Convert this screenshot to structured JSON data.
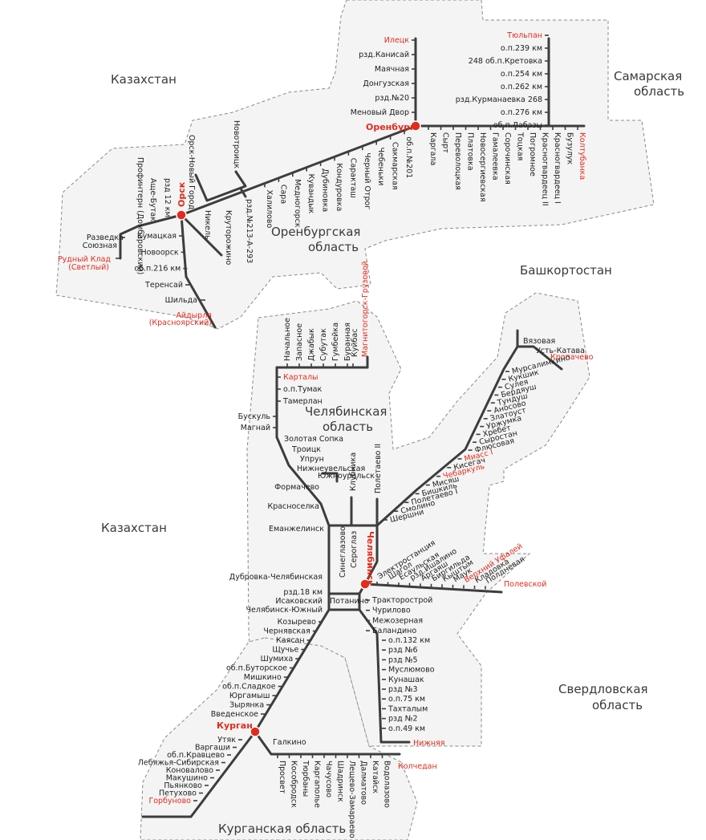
{
  "colors": {
    "track": "#3d3d3d",
    "highlight": "#e32b1c",
    "region_fill": "#f4f4f4",
    "region_border": "#8a8a8a"
  },
  "regions": {
    "kazakhstan_top": "Казахстан",
    "samara_line1": "Самарская",
    "samara_line2": "область",
    "orenburg_line1": "Оренбургская",
    "orenburg_line2": "область",
    "bashkortostan": "Башкортостан",
    "chelyabinsk_line1": "Челябинская",
    "chelyabinsk_line2": "область",
    "kazakhstan_middle": "Казахстан",
    "sverdlovsk_line1": "Свердловская",
    "sverdlovsk_line2": "область",
    "kurgan": "Курганская область"
  },
  "hubs": {
    "orenburg": "Оренбург",
    "orsk": "Орск",
    "chelyabinsk": "Челябинск",
    "kurgan": "Курган"
  },
  "lines": {
    "iletsk": [
      "Илецк",
      "рзд.Канисай",
      "Маячная",
      "Донгузская",
      "рзд.№20",
      "Меновый Двор"
    ],
    "tyulpan": [
      "Тюльпан",
      "о.п.239 км",
      "248 об.п.Кретовка",
      "о.п.254 км",
      "о.п.262 км",
      "рзд.Курманаевка 268",
      "о.п.276 км",
      "об.п.Лабазы"
    ],
    "orenburg_east": [
      "Каргала",
      "Сырт",
      "Переволоцкая",
      "Платовка",
      "Новосергиевская",
      "Гамалеевка",
      "Сорочинская",
      "Тоцкая",
      "Погромное",
      "Красногвардеец II",
      "Красногвардеец I",
      "Бузулук",
      "Колтубанка"
    ],
    "orenburg_orsk": [
      "об.п.№201",
      "Сакмарская",
      "Чебеньки",
      "Черный Отрог",
      "Саракташ",
      "Кондуровка",
      "Дубиновка",
      "Кувандык",
      "Медногорск",
      "Сара",
      "Халилово"
    ],
    "orsk_hub": [
      "рзд 12 км",
      "Орск-Новый Город",
      "Новотроицк",
      "Никель",
      "Круторожино",
      "рзд.№213-А-293"
    ],
    "orsk_west": [
      "Профинтерн (Домбаровский)",
      "Аще-Бутак",
      "Разведка",
      "Союзная",
      "Рудный Клад",
      "(Светлый)"
    ],
    "orsk_south": [
      "Кумацкая",
      "Новоорск",
      "об.п.216 км",
      "Теренсай",
      "Шильда",
      "Айдырля",
      "(Красноярский)"
    ],
    "kartaly_top": [
      "Начальное",
      "Запасное",
      "Джабык",
      "Субутак",
      "Гумбейка",
      "Буранная",
      "Магнитогорск-Грузовой",
      "Куйбас"
    ],
    "kartaly_troitsk": [
      "Карталы",
      "о.п.Тумак",
      "Тамерлан",
      "Бускуль",
      "Магнай",
      "Золотая Сопка",
      "Троицк",
      "Упрун",
      "Нижнеувельская",
      "Южноуральск",
      "Формачево",
      "Красноселка",
      "Еманжелинск"
    ],
    "ufa_line": [
      "Вязовая",
      "Усть-Катава",
      "Кропачево",
      "Мурсалимкино",
      "Кукшик",
      "Сулея",
      "Бердяуш",
      "Тундуш",
      "Аносово",
      "Златоуст",
      "Уржумка",
      "Хребет",
      "Сыростан",
      "Флюсовая",
      "Миасс I",
      "Кисегач",
      "Чебаркуль",
      "Мисяш",
      "Бишкиль",
      "Полетаево I",
      "Смолино",
      "Шершни"
    ],
    "chelyabinsk_north": [
      "Клубника",
      "Полетаево II",
      "Синеглазово",
      "Сероглаз"
    ],
    "ufaley_line": [
      "Электростанция",
      "Шагол",
      "Есаульская",
      "рзд.Ишалино",
      "Аргаяш",
      "Биргильда",
      "Кыштым",
      "Маук",
      "Верхний Уфалей",
      "Кладовка",
      "Полдневая",
      "Полевской"
    ],
    "chelyabinsk_south": [
      "Дубровка-Челябинская",
      "рзд.18 км",
      "Исаковский",
      "Челябинск-Южный",
      "Потанино",
      "Тракторострой",
      "Чурилово",
      "Межозерная",
      "Баландино",
      "о.п.132 км",
      "рзд №6",
      "рзд №5",
      "Муслюмово",
      "Кунашак",
      "рзд №3",
      "о.п.75 км",
      "Тахталым",
      "рзд №2",
      "о.п.49 км",
      "Нижняя"
    ],
    "kurgan_line": [
      "Козырево",
      "Чернявская",
      "Каясан",
      "Щучье",
      "Шумиха",
      "об.п.Буторское",
      "Мишкино",
      "об.п.Сладкое",
      "Юргамыш",
      "Зырянка",
      "Введенское",
      "Утяк",
      "Варгаши",
      "об.п.Кравцево",
      "Лебяжья-Сибирская",
      "Коновалово",
      "Макушино",
      "Пьянково",
      "Петухово",
      "Горбуново"
    ],
    "kurgan_east": [
      "Галкино",
      "Просвет",
      "Кособродск",
      "Тюрбаны",
      "Каргаполье",
      "Чачусово",
      "Шадринск",
      "Лещево-Замараево",
      "Далматово",
      "Катайск",
      "Водолазово",
      "Колчедан"
    ]
  }
}
